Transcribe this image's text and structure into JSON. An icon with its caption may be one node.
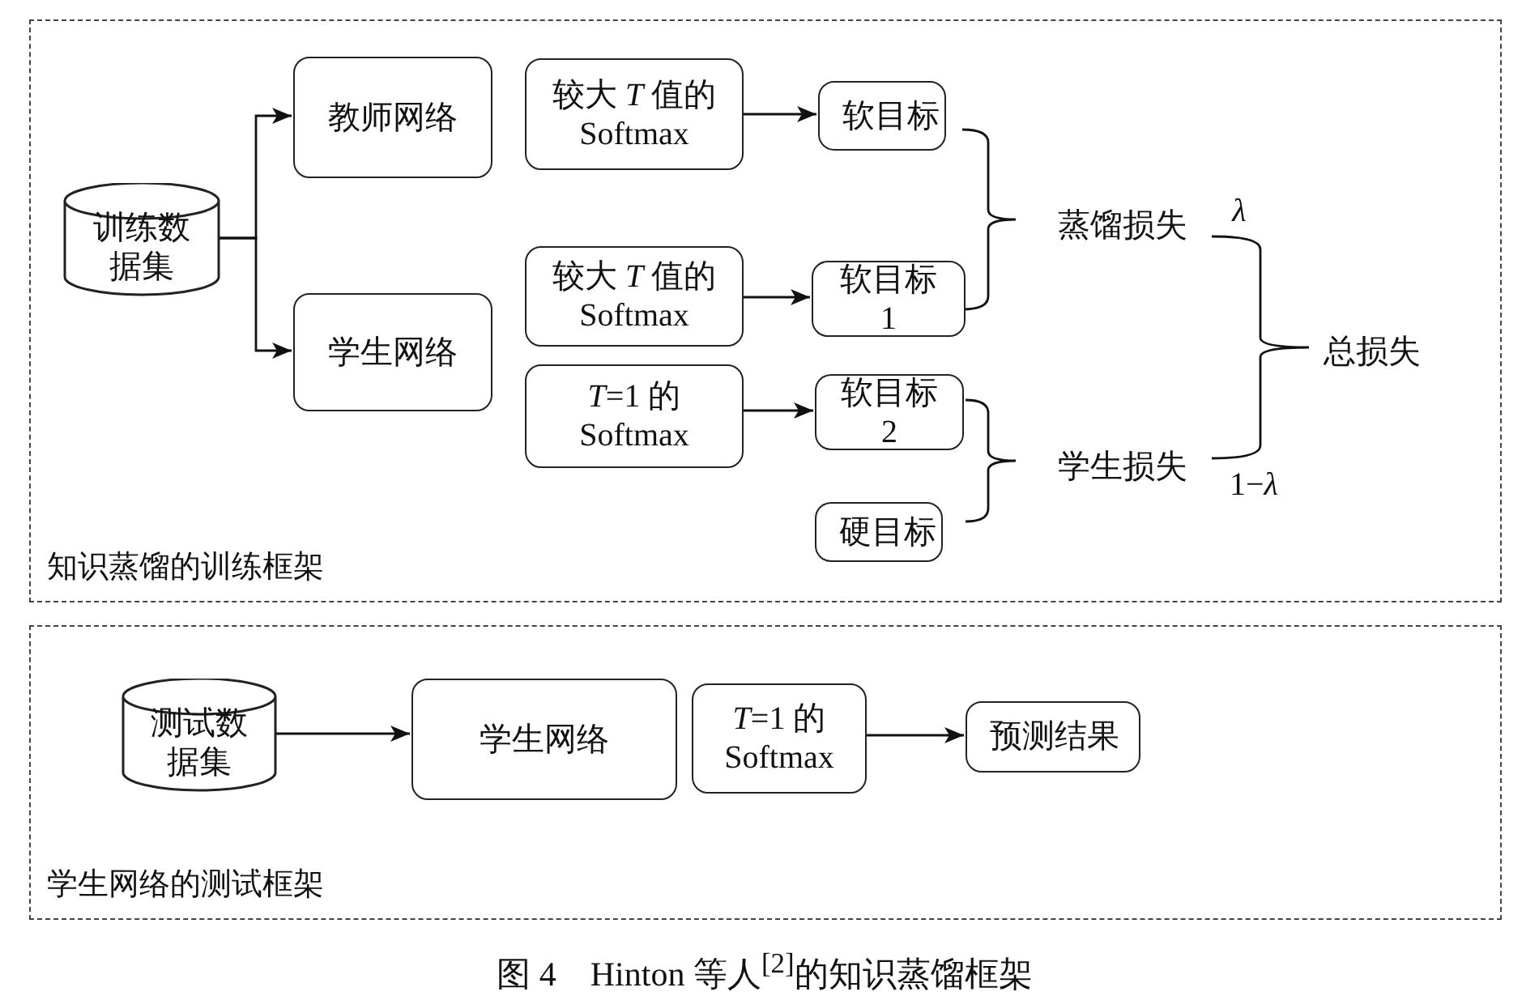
{
  "diagram": {
    "caption": "图 4　Hinton 等人$^{[2]}$的知识蒸馏框架",
    "nodes": [
      {
        "text": [
          "知识蒸馏的训练框架"
        ]
      },
      {
        "text": [
          "训练数据集"
        ],
        "in": 0
      },
      {
        "text": [
          "教师网络"
        ],
        "in": 0
      },
      {
        "text": [
          "较大 *T* 值的 Softmax"
        ],
        "in": 0
      },
      {
        "text": [
          "软目标"
        ],
        "in": 0
      },
      {
        "text": [
          "学生网络"
        ],
        "in": 0
      },
      {
        "text": [
          "较大 *T* 值的 Softmax"
        ],
        "in": 0
      },
      {
        "text": [
          "软目标 1"
        ],
        "in": 0
      },
      {
        "text": [
          "*T*=1 的 Softmax"
        ],
        "in": 0
      },
      {
        "text": [
          "软目标 2"
        ],
        "in": 0
      },
      {
        "text": [
          "硬目标"
        ],
        "in": 0
      },
      {
        "text": [
          "学生网络的测试框架"
        ]
      },
      {
        "text": [
          "测试数据集"
        ],
        "in": 11
      },
      {
        "text": [
          "学生网络"
        ],
        "in": 11
      },
      {
        "text": [
          "*T*=1 的 Softmax"
        ],
        "in": 11
      },
      {
        "text": [
          "预测结果"
        ],
        "in": 11
      }
    ],
    "edges": [
      {
        "from": 1,
        "to": 2,
        "arrow": "to"
      },
      {
        "from": 1,
        "to": 5,
        "arrow": "to"
      },
      {
        "from": 3,
        "to": 4,
        "arrow": "to"
      },
      {
        "from": 6,
        "to": 7,
        "arrow": "to"
      },
      {
        "from": 8,
        "to": 9,
        "arrow": "to"
      },
      {
        "from": 12,
        "to": 13,
        "arrow": "to"
      },
      {
        "from": 14,
        "to": 15,
        "arrow": "to"
      }
    ],
    "labels": [
      "蒸馏损失",
      "λ",
      "总损失",
      "学生损失",
      "1−*λ*"
    ]
  }
}
